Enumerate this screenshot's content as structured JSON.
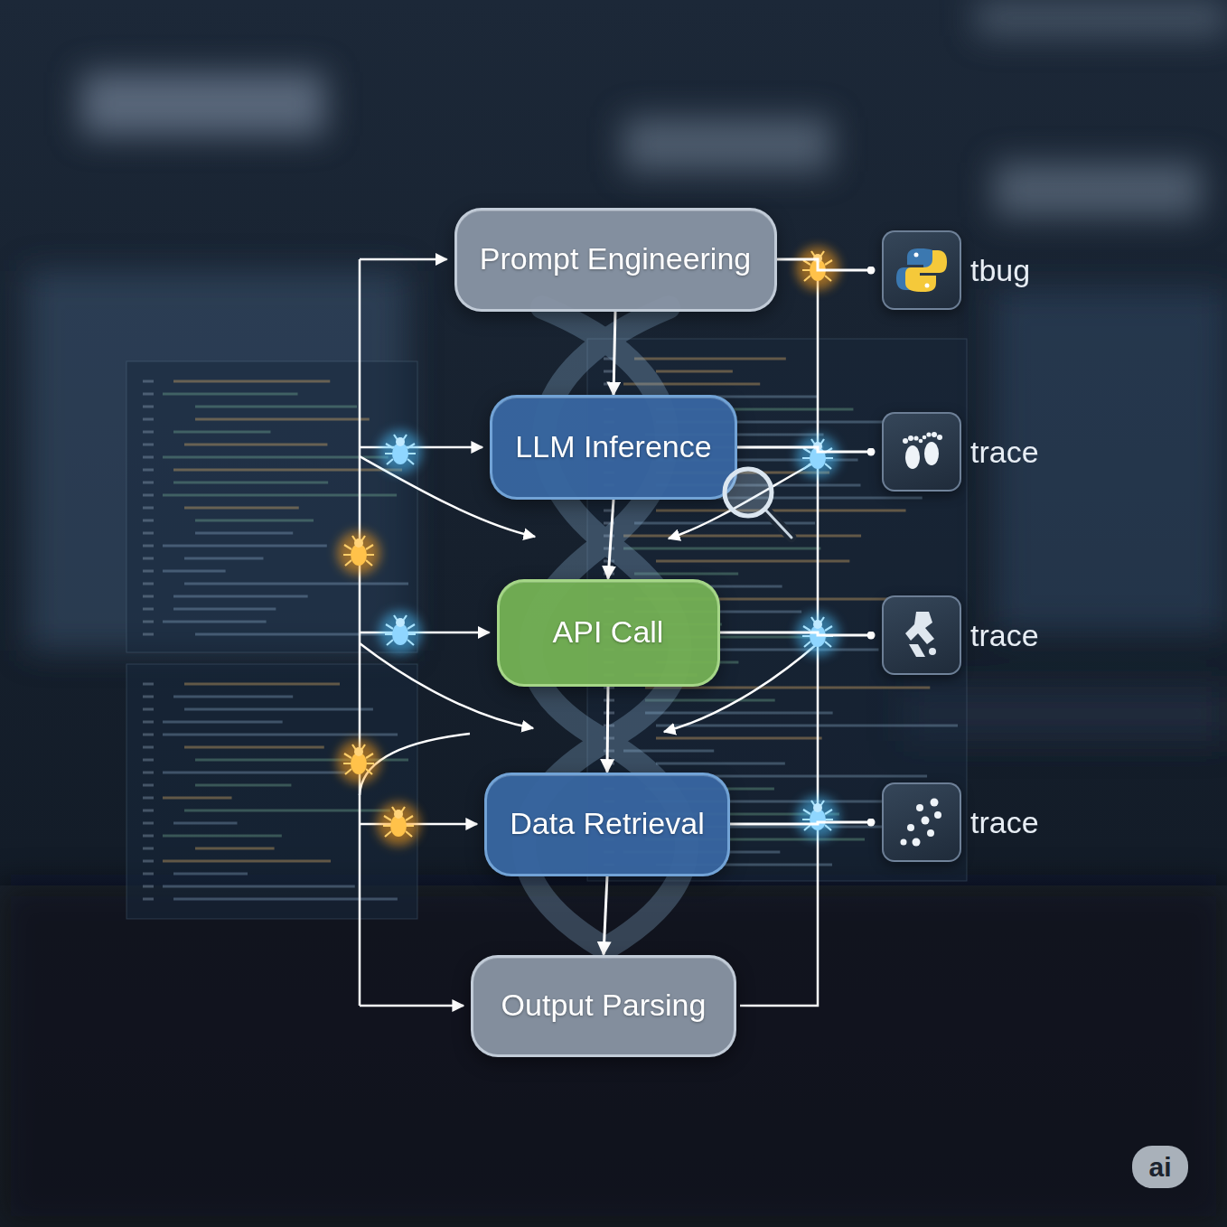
{
  "diagram": {
    "nodes": [
      {
        "text": [
          "Prompt Engineering"
        ]
      },
      {
        "text": [
          "LLM Inference"
        ]
      },
      {
        "text": [
          "API Call"
        ]
      },
      {
        "text": [
          "Data Retrieval"
        ]
      },
      {
        "text": [
          "Output Parsing"
        ]
      },
      {
        "text": [
          "tbug"
        ]
      },
      {
        "text": [
          "trace"
        ]
      },
      {
        "text": [
          "trace"
        ]
      },
      {
        "text": [
          "trace"
        ]
      }
    ],
    "edges": [
      {
        "from": 0,
        "to": 1,
        "arrow": "to"
      },
      {
        "from": 1,
        "to": 2,
        "arrow": "to"
      },
      {
        "from": 2,
        "to": 3,
        "arrow": "to"
      },
      {
        "from": 3,
        "to": 4,
        "arrow": "to"
      },
      {
        "from": 0,
        "to": 5,
        "arrow": "none"
      },
      {
        "from": 1,
        "to": 6,
        "arrow": "none"
      },
      {
        "from": 2,
        "to": 7,
        "arrow": "none"
      },
      {
        "from": 3,
        "to": 8,
        "arrow": "none"
      }
    ],
    "labels": [
      "ai"
    ]
  }
}
